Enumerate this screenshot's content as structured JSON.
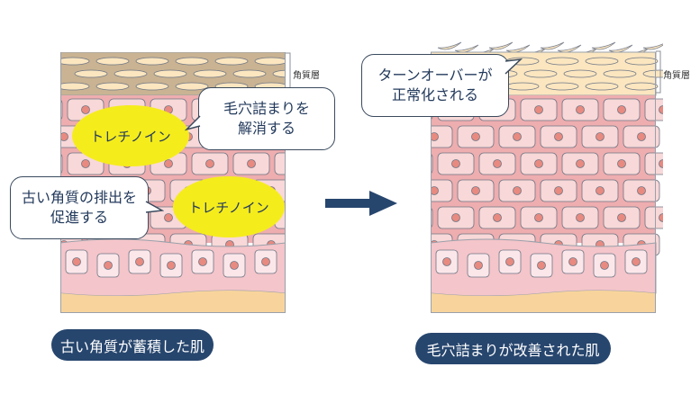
{
  "left_panel": {
    "layer_label": "角質層",
    "ellipse_1": "トレチノイン",
    "ellipse_2": "トレチノイン",
    "bubble_1": [
      "毛穴詰まりを",
      "解消する"
    ],
    "bubble_2": [
      "古い角質の排出を",
      "促進する"
    ],
    "caption": "古い角質が蓄積した肌"
  },
  "right_panel": {
    "layer_label": "角質層",
    "bubble": [
      "ターンオーバーが",
      "正常化される"
    ],
    "caption": "毛穴詰まりが改善された肌"
  },
  "arrow": {
    "direction": "right",
    "color": "#27466e"
  },
  "colors": {
    "accent": "#27466e",
    "highlight": "#f5ec1c",
    "skin": "#eeadaf",
    "cell": "#f8d8d8",
    "nucleus": "#e88a80",
    "horny_old": "#c9b392",
    "horny_new": "#fbe6c0",
    "dermis": "#f8d49c"
  }
}
